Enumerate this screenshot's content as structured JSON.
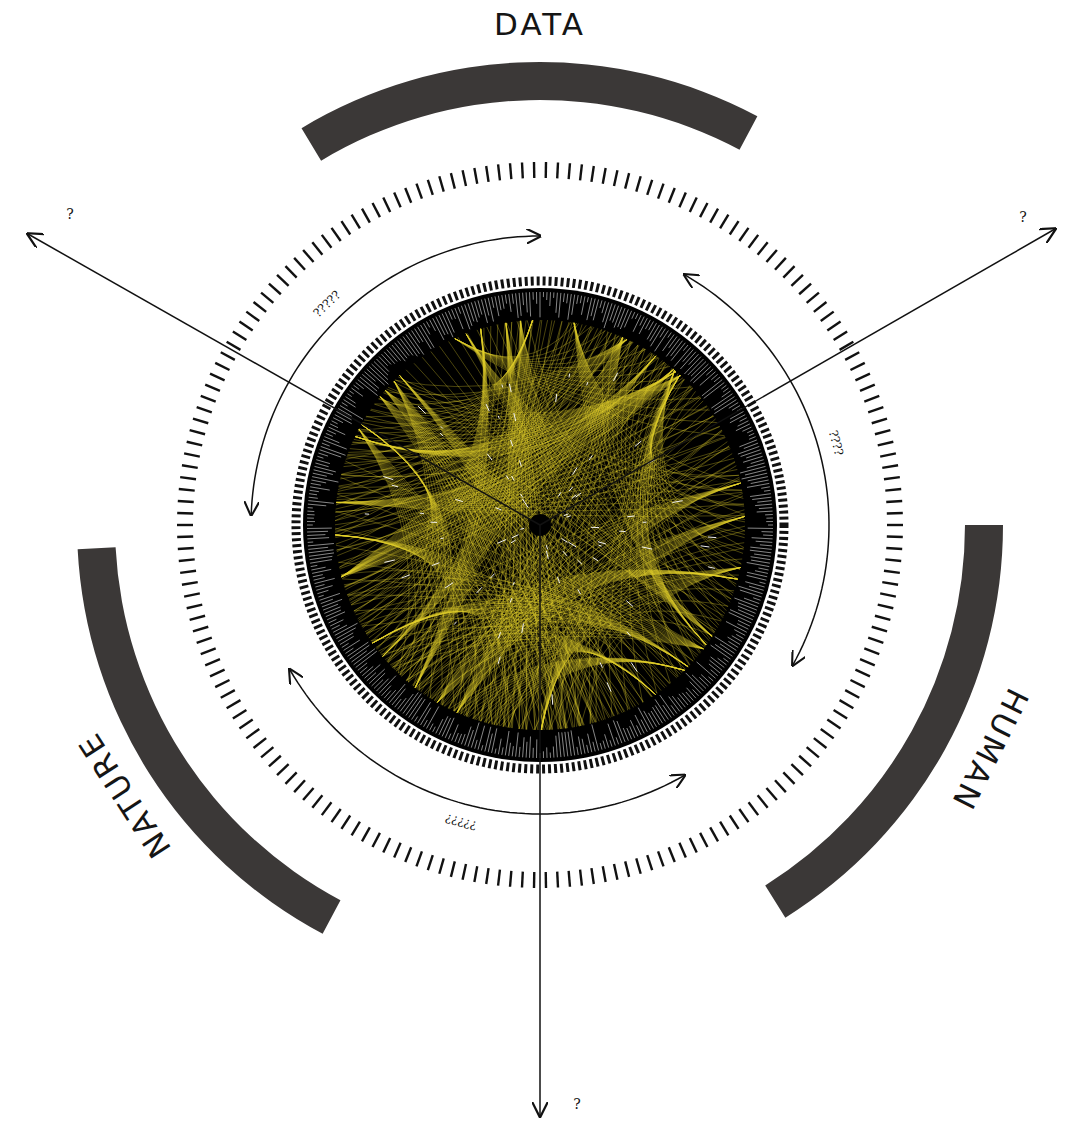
{
  "diagram": {
    "nodes": [
      {
        "text": [
          "DATA"
        ]
      },
      {
        "text": [
          "NATURE"
        ]
      },
      {
        "text": [
          "HUMAN"
        ]
      }
    ],
    "edges": [
      {
        "from": 0,
        "to": 1,
        "label": "?????",
        "arrow": "both"
      },
      {
        "from": 0,
        "to": 2,
        "label": "????",
        "arrow": "both"
      },
      {
        "from": 1,
        "to": 2,
        "label": "?????",
        "arrow": "both"
      }
    ],
    "labels": [
      "?",
      "?",
      "?"
    ]
  }
}
